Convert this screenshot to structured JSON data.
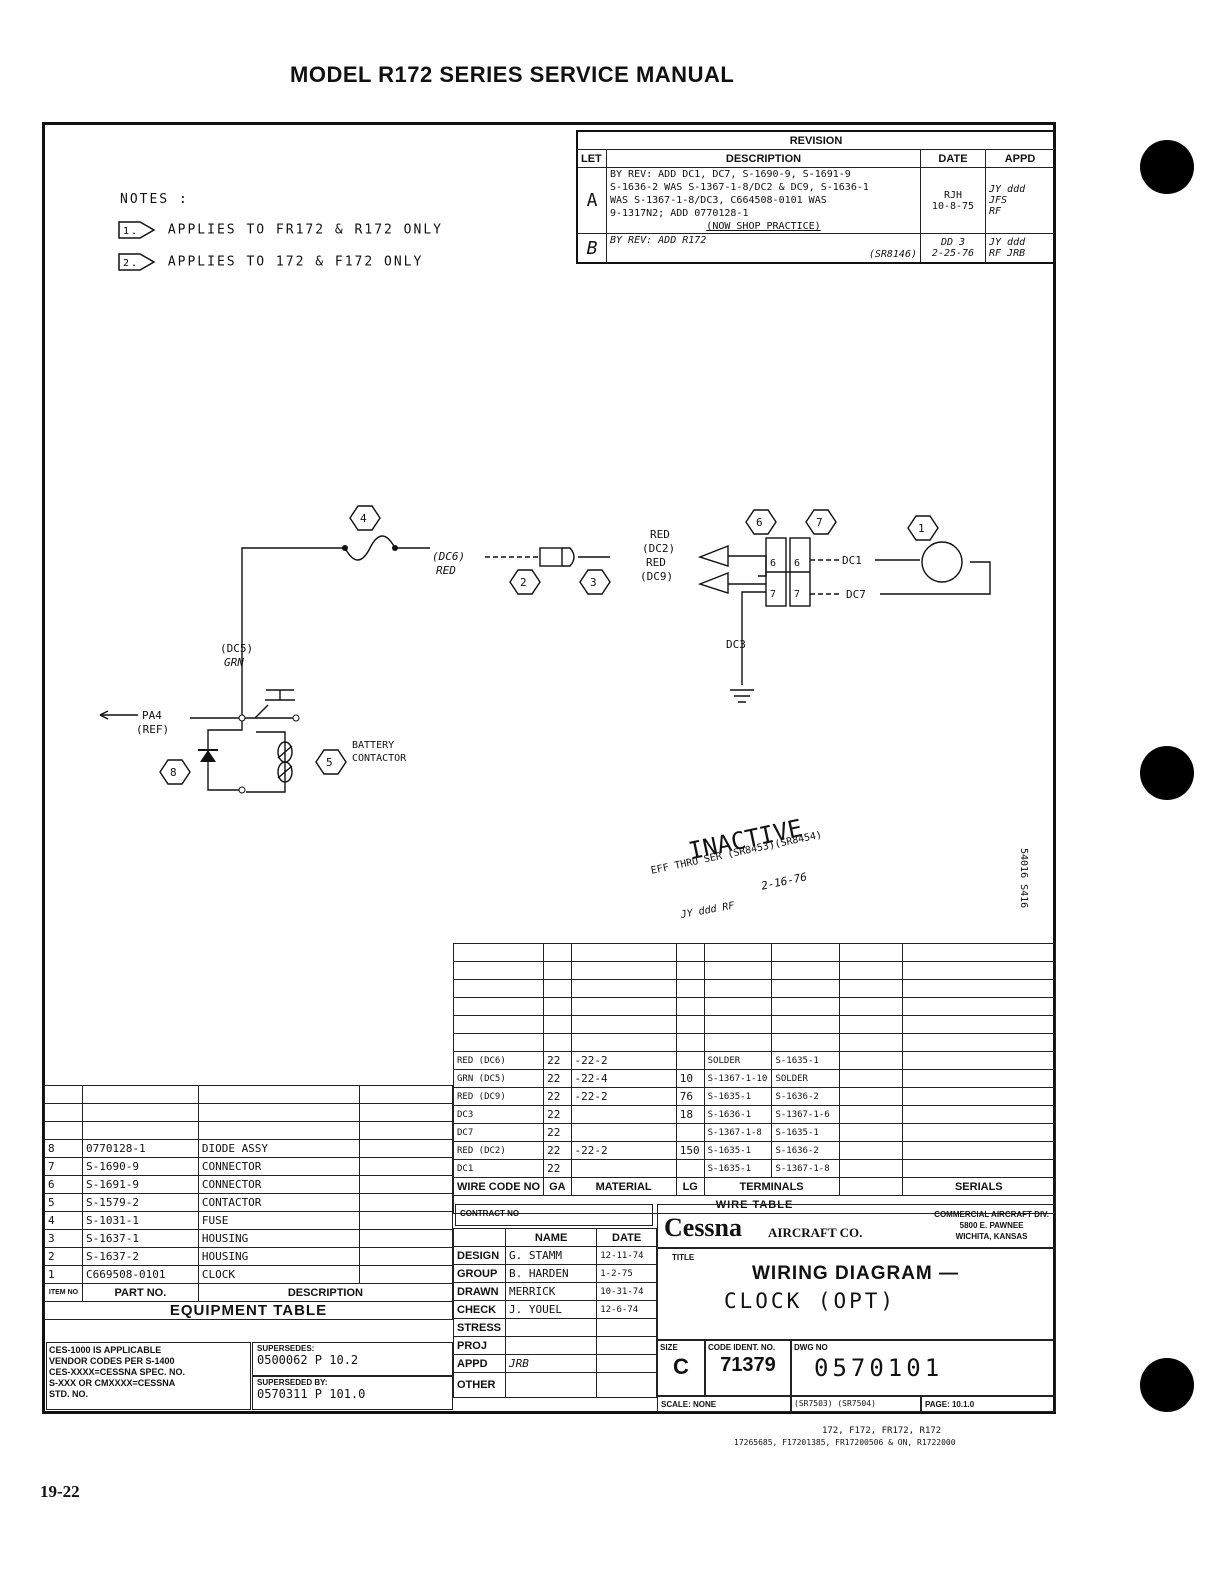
{
  "header": {
    "title": "MODEL R172 SERIES SERVICE MANUAL",
    "page_number": "19-22"
  },
  "notes": {
    "heading": "NOTES :",
    "items": [
      {
        "num": "1.",
        "text": "APPLIES TO FR172 & R172 ONLY"
      },
      {
        "num": "2.",
        "text": "APPLIES TO 172 & F172 ONLY"
      }
    ]
  },
  "revision": {
    "title": "REVISION",
    "headers": [
      "LET",
      "DESCRIPTION",
      "DATE",
      "APPD"
    ],
    "rows": [
      {
        "let": "A",
        "desc": [
          "BY REV: ADD DC1, DC7, S-1690-9, S-1691-9",
          "S-1636-2 WAS S-1367-1-8/DC2 & DC9, S-1636-1",
          "WAS S-1367-1-8/DC3, C664508-0101 WAS",
          "9-1317N2; ADD 0770128-1",
          "(NOW SHOP PRACTICE)"
        ],
        "date": [
          "RJH",
          "10-8-75"
        ],
        "appd": [
          "JY ddd",
          "JFS",
          "RF"
        ]
      },
      {
        "let": "B",
        "desc": [
          "BY REV: ADD R172",
          "(SR8146)"
        ],
        "date": [
          "DD 3",
          "2-25-76"
        ],
        "appd": [
          "JY ddd",
          "RF JRB"
        ]
      }
    ]
  },
  "diagram": {
    "items": [
      "1",
      "2",
      "3",
      "4",
      "5",
      "6",
      "7",
      "8"
    ],
    "labels": {
      "dc6": "(DC6)",
      "red1": "RED",
      "red2": "RED",
      "dc2": "(DC2)",
      "red3": "RED",
      "dc9": "(DC9)",
      "dc1": "DC1",
      "dc7": "DC7",
      "dc3": "DC3",
      "dc5": "(DC5)",
      "grn": "GRN",
      "pa4": "PA4",
      "ref": "(REF)",
      "batt1": "BATTERY",
      "batt2": "CONTACTOR",
      "pin6a": "6",
      "pin6b": "6",
      "pin7a": "7",
      "pin7b": "7"
    }
  },
  "stamp": {
    "inactive": "INACTIVE",
    "eff": "EFF THRU SER (SR8453)(SR8454)",
    "date": "2-16-76",
    "init": "JY ddd RF",
    "side": "54016 S416"
  },
  "wire_table": {
    "title": "WIRE TABLE",
    "headers": [
      "WIRE CODE NO",
      "GA",
      "MATERIAL",
      "LG",
      "TERMINALS",
      "",
      "",
      "SERIALS"
    ],
    "rows": [
      [
        "RED (DC6)",
        "22",
        "-22-2",
        "",
        "SOLDER",
        "S-1635-1",
        "",
        ""
      ],
      [
        "GRN (DC5)",
        "22",
        "-22-4",
        "10",
        "S-1367-1-10",
        "SOLDER",
        "",
        ""
      ],
      [
        "RED (DC9)",
        "22",
        "-22-2",
        "76",
        "S-1635-1",
        "S-1636-2",
        "",
        ""
      ],
      [
        "DC3",
        "22",
        "",
        "18",
        "S-1636-1",
        "S-1367-1-6",
        "",
        ""
      ],
      [
        "DC7",
        "22",
        "",
        "",
        "S-1367-1-8",
        "S-1635-1",
        "",
        ""
      ],
      [
        "RED (DC2)",
        "22",
        "-22-2",
        "150",
        "S-1635-1",
        "S-1636-2",
        "",
        ""
      ],
      [
        "DC1",
        "22",
        "",
        "",
        "S-1635-1",
        "S-1367-1-8",
        "",
        ""
      ]
    ]
  },
  "equipment_table": {
    "title": "EQUIPMENT TABLE",
    "headers": [
      "ITEM NO",
      "PART NO.",
      "DESCRIPTION"
    ],
    "rows": [
      [
        "8",
        "0770128-1",
        "DIODE ASSY"
      ],
      [
        "7",
        "S-1690-9",
        "CONNECTOR"
      ],
      [
        "6",
        "S-1691-9",
        "CONNECTOR"
      ],
      [
        "5",
        "S-1579-2",
        "CONTACTOR"
      ],
      [
        "4",
        "S-1031-1",
        "FUSE"
      ],
      [
        "3",
        "S-1637-1",
        "HOUSING"
      ],
      [
        "2",
        "S-1637-2",
        "HOUSING"
      ],
      [
        "1",
        "C669508-0101",
        "CLOCK"
      ]
    ]
  },
  "title_block": {
    "contract": "CONTRACT NO",
    "name_h": "NAME",
    "date_h": "DATE",
    "people": [
      {
        "role": "DESIGN",
        "name": "G. STAMM",
        "date": "12-11-74"
      },
      {
        "role": "GROUP",
        "name": "B. HARDEN",
        "date": "1-2-75"
      },
      {
        "role": "DRAWN",
        "name": "MERRICK",
        "date": "10-31-74"
      },
      {
        "role": "CHECK",
        "name": "J. YOUEL",
        "date": "12-6-74"
      },
      {
        "role": "STRESS",
        "name": "",
        "date": ""
      },
      {
        "role": "PROJ",
        "name": "",
        "date": ""
      },
      {
        "role": "APPD",
        "name": "JRB",
        "date": ""
      },
      {
        "role": "OTHER",
        "name": "",
        "date": ""
      }
    ],
    "company": "Cessna",
    "company2": "AIRCRAFT CO.",
    "div": [
      "COMMERCIAL AIRCRAFT DIV.",
      "5800 E. PAWNEE",
      "WICHITA, KANSAS"
    ],
    "title_label": "TITLE",
    "title1": "WIRING DIAGRAM —",
    "title2": "CLOCK (OPT)",
    "size_label": "SIZE",
    "size": "C",
    "code_label": "CODE IDENT. NO.",
    "code": "71379",
    "dwg_label": "DWG NO",
    "dwg": "0570101",
    "scale": "SCALE: NONE",
    "sr": "(SR7503) (SR7504)",
    "page": "PAGE: 10.1.0",
    "ces": [
      "CES-1000 IS APPLICABLE",
      "VENDOR CODES PER S-1400",
      "CES-XXXX=CESSNA SPEC. NO.",
      "S-XXX OR CMXXXX=CESSNA",
      "STD. NO."
    ],
    "supersedes_label": "SUPERSEDES:",
    "supersedes": "0500062    P 10.2",
    "superseded_label": "SUPERSEDED BY:",
    "superseded": "0570311   P  101.0"
  },
  "footer": {
    "models": "172, F172, FR172, R172",
    "serials": "17265685, F17201385, FR17200506 & ON, R1722000"
  }
}
